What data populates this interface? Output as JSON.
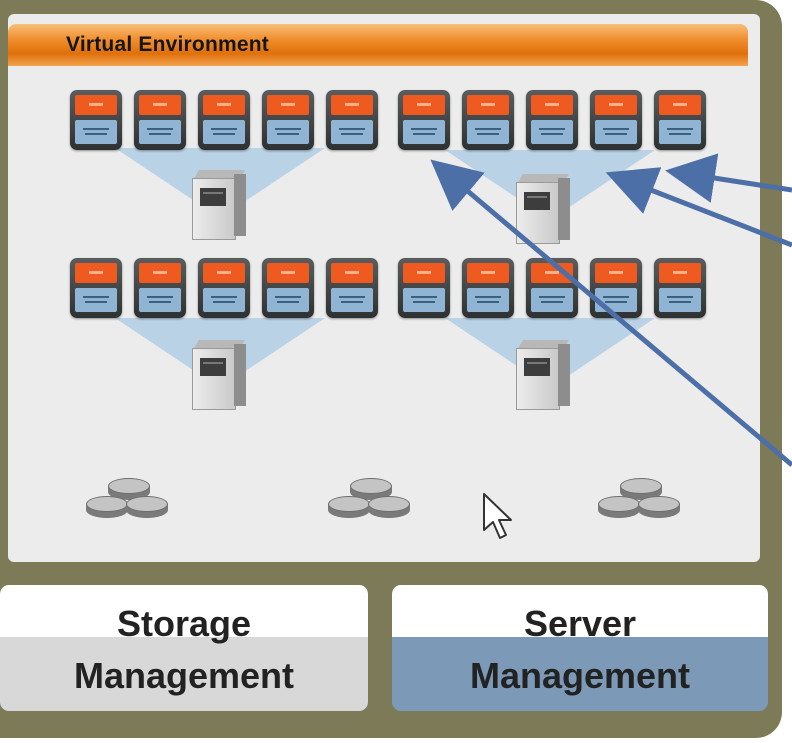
{
  "diagram": {
    "title": "Virtual Environment",
    "vm_group": {
      "vm_count_per_group": 5,
      "app_color": "#ee5a20",
      "os_color": "#8fb4d4"
    },
    "beam_color": "#91bee1",
    "panels": {
      "storage": {
        "line1": "Storage",
        "line2": "Management",
        "accent": "#d8d8d8"
      },
      "server": {
        "line1": "Server",
        "line2": "Management",
        "accent": "#7c9ab8"
      }
    },
    "frame_color": "#7d7a58",
    "arrow_color": "#4d6fa8"
  }
}
